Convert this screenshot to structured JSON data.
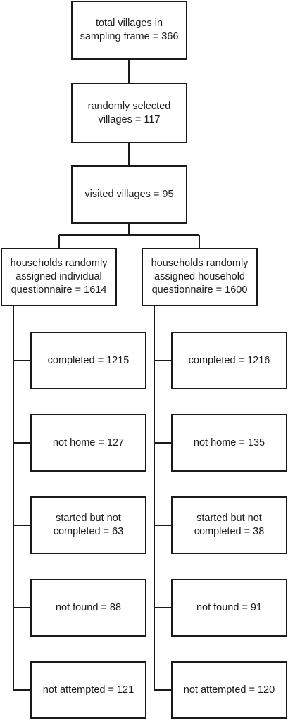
{
  "top": {
    "total": "total villages in\nsampling frame = 366",
    "selected": "randomly selected\nvillages = 117",
    "visited": "visited villages = 95"
  },
  "branches": {
    "individual": {
      "header": "households randomly\nassigned individual\nquestionnaire = 1614",
      "outcomes": [
        "completed = 1215",
        "not home = 127",
        "started but not\ncompleted = 63",
        "not found = 88",
        "not attempted = 121"
      ]
    },
    "household": {
      "header": "households randomly\nassigned household\nquestionnaire = 1600",
      "outcomes": [
        "completed = 1216",
        "not home = 135",
        "started but not\ncompleted = 38",
        "not found = 91",
        "not attempted = 120"
      ]
    }
  },
  "colors": {
    "line": "#1a1a1a",
    "background": "#ffffff"
  }
}
